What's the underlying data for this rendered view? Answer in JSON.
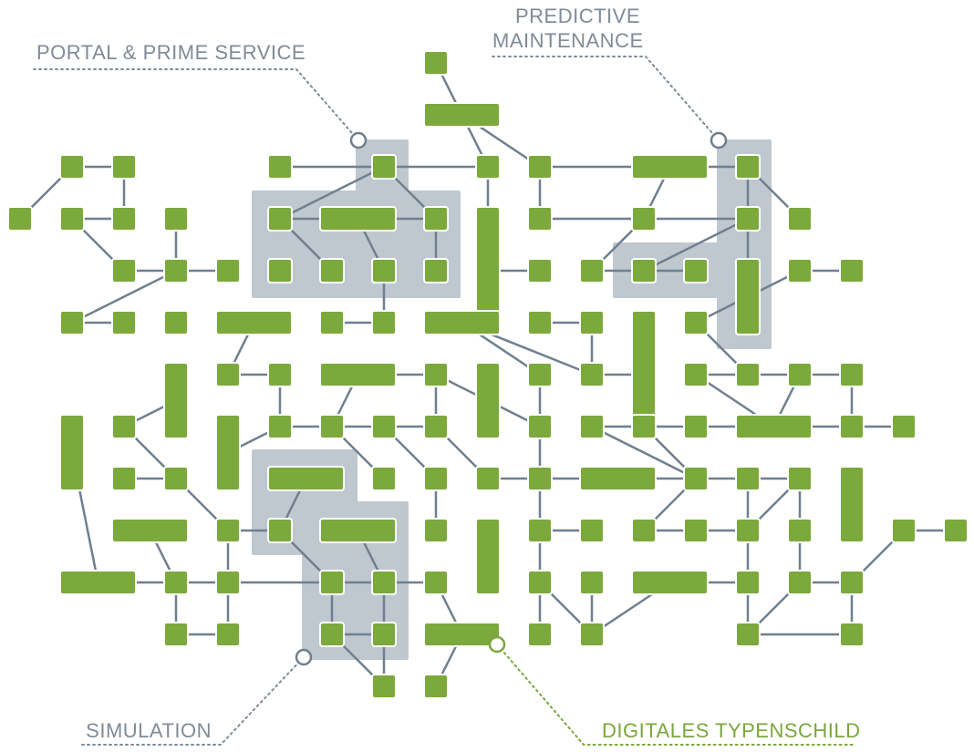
{
  "labels": {
    "portal": "PORTAL & PRIME SERVICE",
    "predictive_line1": "PREDICTIVE",
    "predictive_line2": "MAINTENANCE",
    "simulation": "SIMULATION",
    "typenschild": "DIGITALES TYPENSCHILD"
  },
  "colors": {
    "node": "#7ba93c",
    "node_border": "#ffffff",
    "connector": "#6f7f8e",
    "region": "#c0c8cf",
    "callout_gray": "#7f8b98",
    "callout_green": "#7aa73b"
  }
}
